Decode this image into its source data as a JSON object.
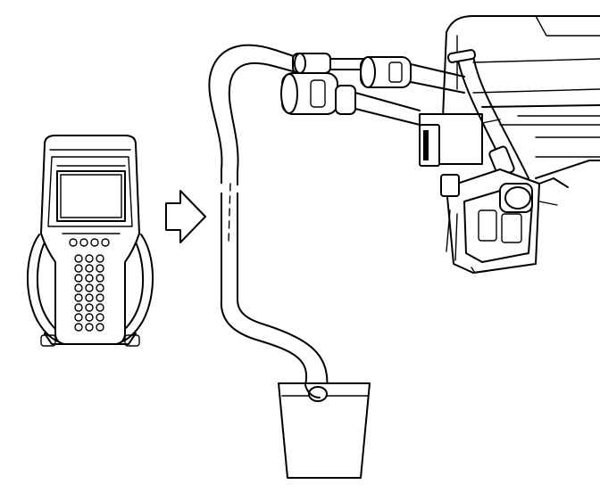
{
  "figure": {
    "colors": {
      "line": "#000000",
      "background": "#ffffff"
    },
    "parts": [
      {
        "name": "scan-tool",
        "icon": "handheld-scan-tool-icon"
      },
      {
        "name": "arrow",
        "icon": "outline-right-arrow-icon"
      },
      {
        "name": "drain-hose",
        "icon": "hose-icon"
      },
      {
        "name": "container",
        "icon": "cup-icon"
      },
      {
        "name": "fuel-rail-fitting",
        "icon": "fuel-line-fitting-icon"
      }
    ]
  }
}
